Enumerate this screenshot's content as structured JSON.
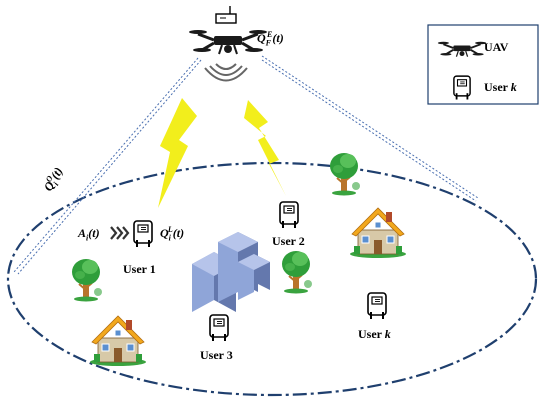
{
  "uav": {
    "queue_label": "Q",
    "queue_sup": "E",
    "queue_sub": "F",
    "queue_arg": "(t)"
  },
  "link": {
    "queue_label": "Q",
    "queue_sup": "O",
    "queue_sub": "i",
    "queue_arg": "(t)"
  },
  "user1": {
    "name": "User 1",
    "arrival": "A",
    "arrival_sub": "i",
    "arrival_arg": "(t)",
    "queue_label": "Q",
    "queue_sup": "L",
    "queue_sub": "i",
    "queue_arg": "(t)"
  },
  "users": {
    "user2": "User 2",
    "user3": "User 3",
    "userk_prefix": "User ",
    "userk_var": "k"
  },
  "legend": {
    "uav_label": "UAV",
    "user_label": "User ",
    "user_var": "k"
  },
  "colors": {
    "ellipse": "#1f3f6e",
    "lightning": "#f2ee1c",
    "building": "#7f95c8",
    "tree": "#3caa3c",
    "roof": "#f2a81d"
  }
}
